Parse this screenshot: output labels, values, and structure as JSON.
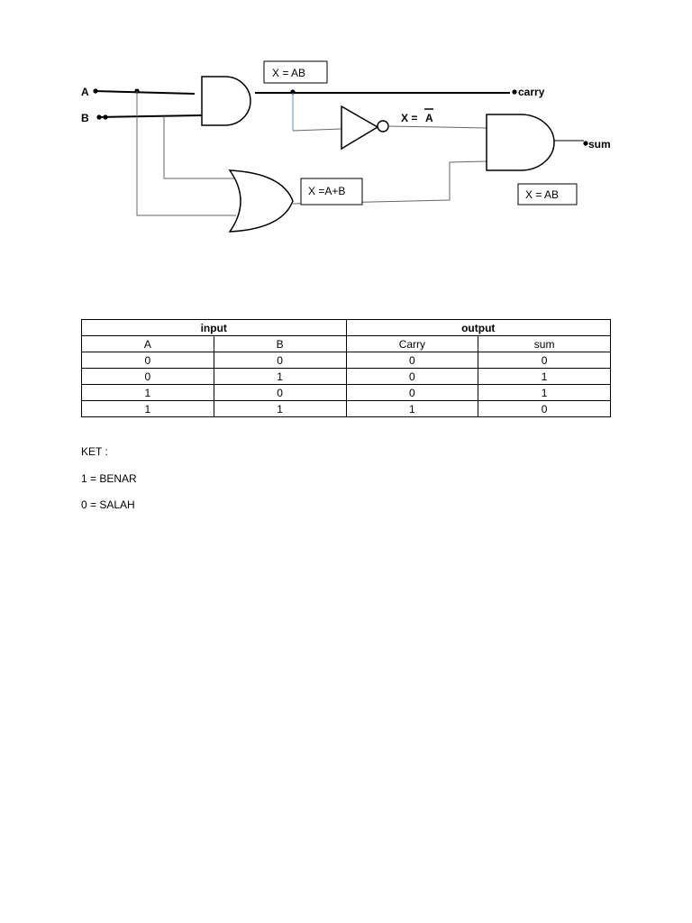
{
  "diagram": {
    "input_a_label": "A",
    "input_b_label": "B",
    "carry_label": "carry",
    "sum_label": "sum",
    "box_and1": "X = AB",
    "box_not_prefix": "X =",
    "box_not_var": "A",
    "box_or": "X =A+B",
    "box_and2": "X = AB"
  },
  "table": {
    "group_headers": [
      "input",
      "output"
    ],
    "columns": [
      "A",
      "B",
      "Carry",
      "sum"
    ],
    "rows": [
      [
        "0",
        "0",
        "0",
        "0"
      ],
      [
        "0",
        "1",
        "0",
        "1"
      ],
      [
        "1",
        "0",
        "0",
        "1"
      ],
      [
        "1",
        "1",
        "1",
        "0"
      ]
    ]
  },
  "notes": {
    "ket": "KET :",
    "benar": "1 = BENAR",
    "salah": "0 = SALAH"
  }
}
